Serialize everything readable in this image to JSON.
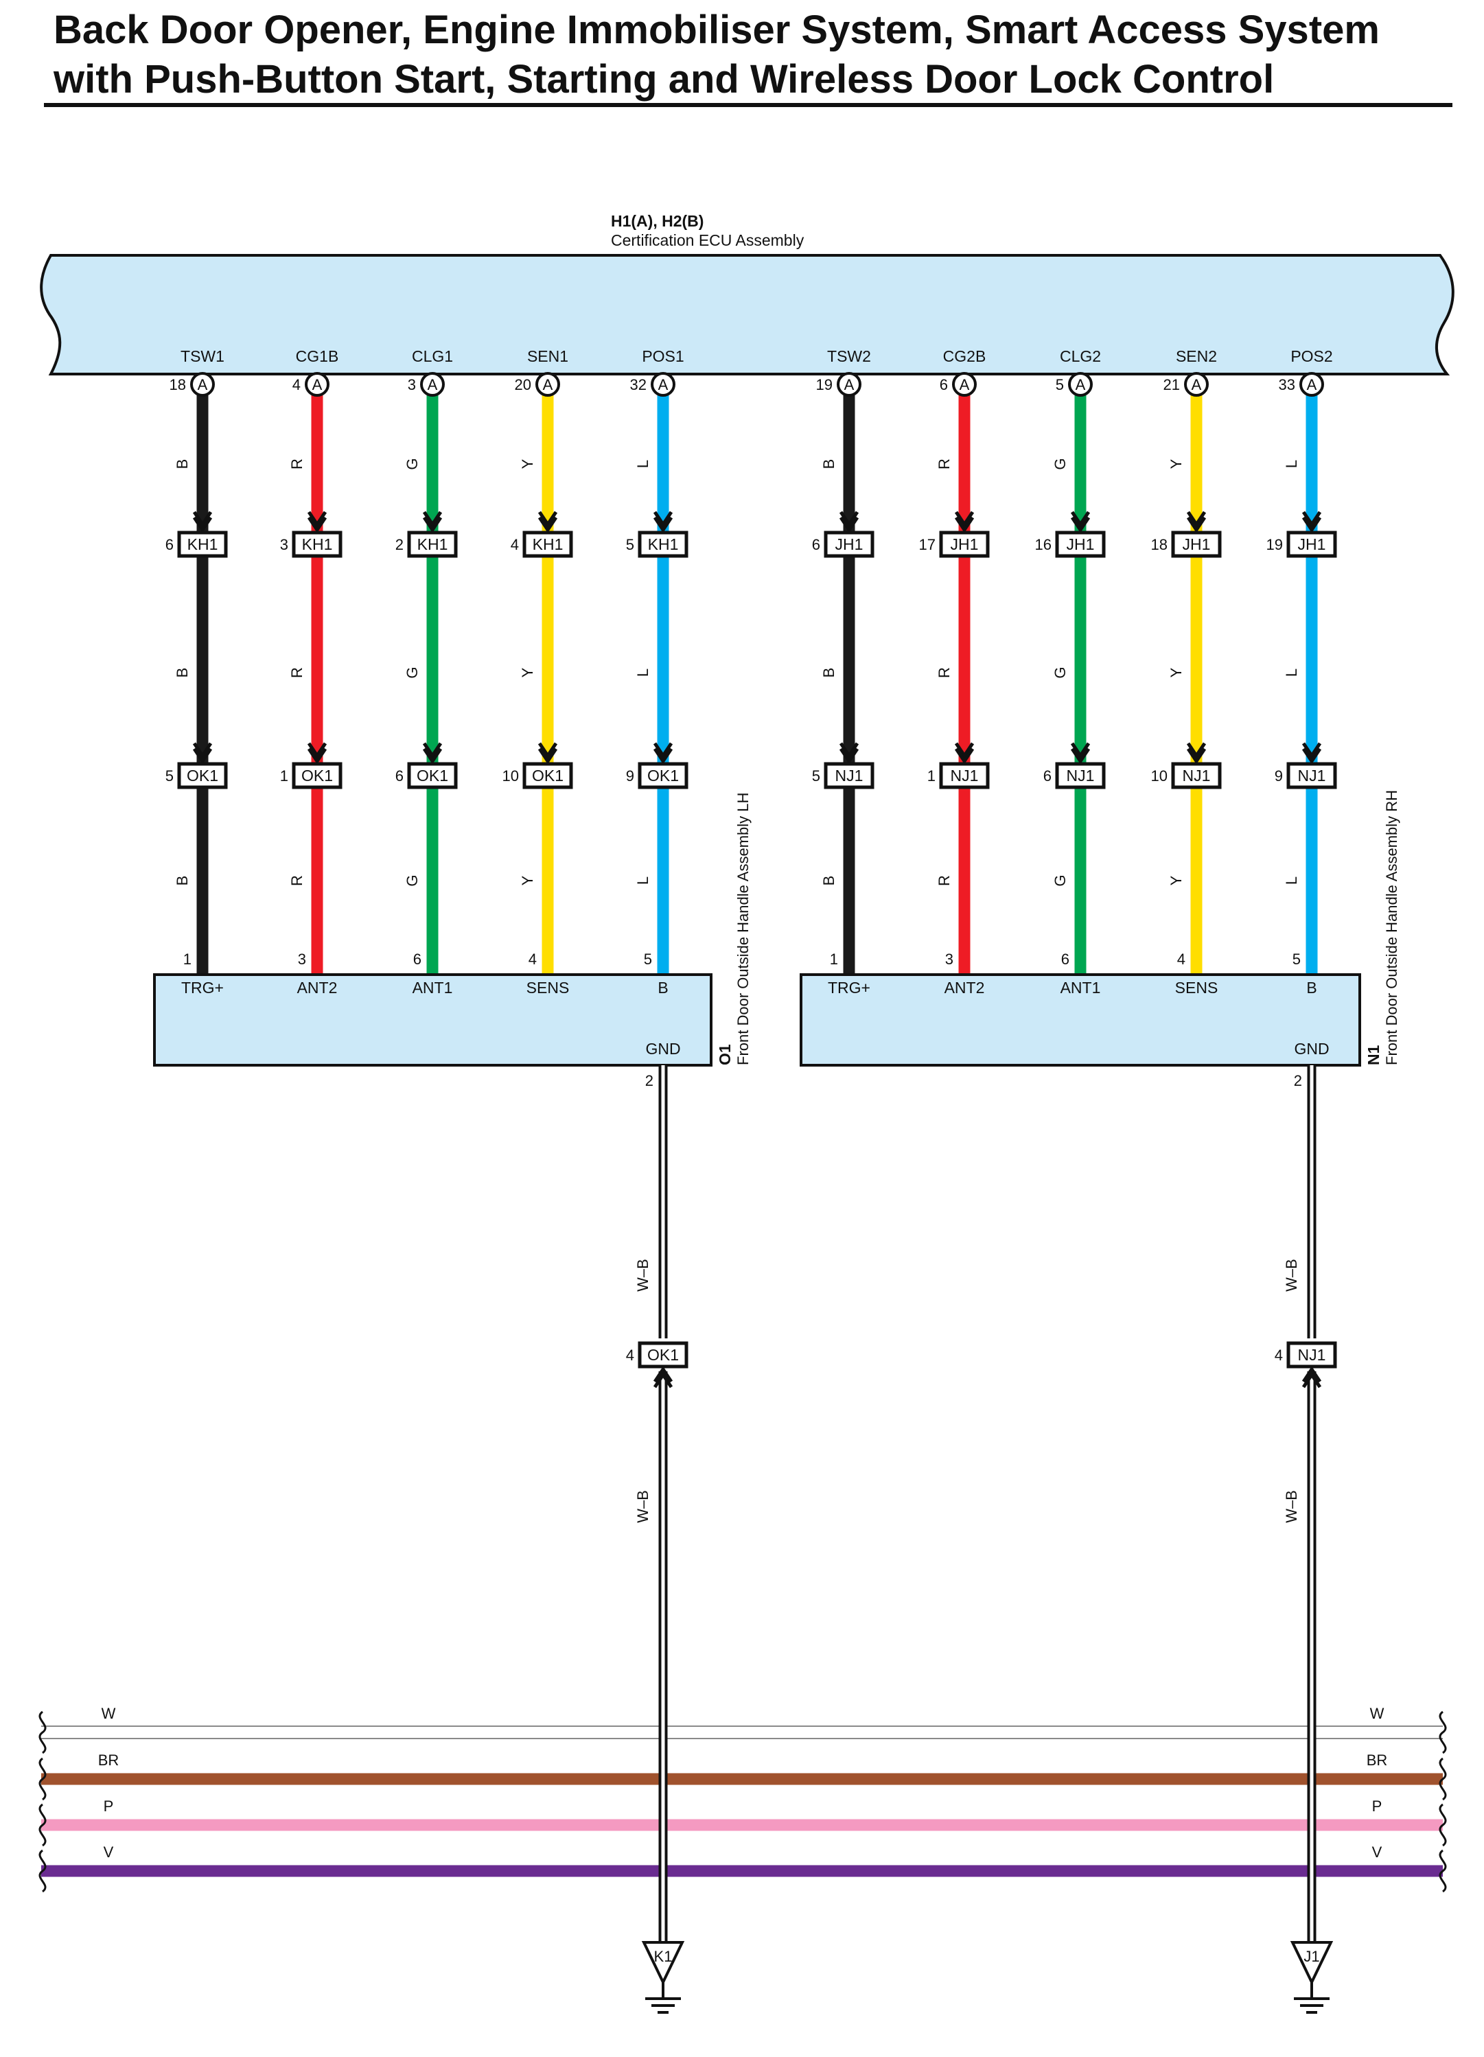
{
  "title": {
    "line1": "Back Door Opener, Engine Immobiliser System, Smart Access System",
    "line2": "with Push-Button Start, Starting and Wireless Door Lock Control"
  },
  "ecu": {
    "code": "H1(A), H2(B)",
    "name": "Certification ECU Assembly",
    "fill": "#cce9f8",
    "connector_letter": "A"
  },
  "wire_colors": {
    "B": "#1a1a1a",
    "R": "#ee1c25",
    "G": "#00a651",
    "Y": "#ffde00",
    "L": "#00aeef",
    "W": "#ffffff",
    "BR": "#a0522d",
    "P": "#f49ac1",
    "V": "#6a2c91",
    "W-B": "#ffffff"
  },
  "groups": [
    {
      "side": "LH",
      "handle_code": "O1",
      "handle_name": "Front Door Outside Handle Assembly LH",
      "handle_gnd_label": "GND",
      "handle_gnd_pin": "2",
      "ground_wire": "W–B",
      "ground_connector": {
        "pin": "4",
        "name": "OK1"
      },
      "ground_point": "K1",
      "circuits": [
        {
          "ecu_label": "TSW1",
          "ecu_pin": "18",
          "color": "B",
          "c1": {
            "pin": "6",
            "name": "KH1"
          },
          "c2": {
            "pin": "5",
            "name": "OK1"
          },
          "handle_pin": "1",
          "handle_label": "TRG+"
        },
        {
          "ecu_label": "CG1B",
          "ecu_pin": "4",
          "color": "R",
          "c1": {
            "pin": "3",
            "name": "KH1"
          },
          "c2": {
            "pin": "1",
            "name": "OK1"
          },
          "handle_pin": "3",
          "handle_label": "ANT2"
        },
        {
          "ecu_label": "CLG1",
          "ecu_pin": "3",
          "color": "G",
          "c1": {
            "pin": "2",
            "name": "KH1"
          },
          "c2": {
            "pin": "6",
            "name": "OK1"
          },
          "handle_pin": "6",
          "handle_label": "ANT1"
        },
        {
          "ecu_label": "SEN1",
          "ecu_pin": "20",
          "color": "Y",
          "c1": {
            "pin": "4",
            "name": "KH1"
          },
          "c2": {
            "pin": "10",
            "name": "OK1"
          },
          "handle_pin": "4",
          "handle_label": "SENS"
        },
        {
          "ecu_label": "POS1",
          "ecu_pin": "32",
          "color": "L",
          "c1": {
            "pin": "5",
            "name": "KH1"
          },
          "c2": {
            "pin": "9",
            "name": "OK1"
          },
          "handle_pin": "5",
          "handle_label": "B"
        }
      ]
    },
    {
      "side": "RH",
      "handle_code": "N1",
      "handle_name": "Front Door Outside Handle Assembly RH",
      "handle_gnd_label": "GND",
      "handle_gnd_pin": "2",
      "ground_wire": "W–B",
      "ground_connector": {
        "pin": "4",
        "name": "NJ1"
      },
      "ground_point": "J1",
      "circuits": [
        {
          "ecu_label": "TSW2",
          "ecu_pin": "19",
          "color": "B",
          "c1": {
            "pin": "6",
            "name": "JH1"
          },
          "c2": {
            "pin": "5",
            "name": "NJ1"
          },
          "handle_pin": "1",
          "handle_label": "TRG+"
        },
        {
          "ecu_label": "CG2B",
          "ecu_pin": "6",
          "color": "R",
          "c1": {
            "pin": "17",
            "name": "JH1"
          },
          "c2": {
            "pin": "1",
            "name": "NJ1"
          },
          "handle_pin": "3",
          "handle_label": "ANT2"
        },
        {
          "ecu_label": "CLG2",
          "ecu_pin": "5",
          "color": "G",
          "c1": {
            "pin": "16",
            "name": "JH1"
          },
          "c2": {
            "pin": "6",
            "name": "NJ1"
          },
          "handle_pin": "6",
          "handle_label": "ANT1"
        },
        {
          "ecu_label": "SEN2",
          "ecu_pin": "21",
          "color": "Y",
          "c1": {
            "pin": "18",
            "name": "JH1"
          },
          "c2": {
            "pin": "10",
            "name": "NJ1"
          },
          "handle_pin": "4",
          "handle_label": "SENS"
        },
        {
          "ecu_label": "POS2",
          "ecu_pin": "33",
          "color": "L",
          "c1": {
            "pin": "19",
            "name": "JH1"
          },
          "c2": {
            "pin": "9",
            "name": "NJ1"
          },
          "handle_pin": "5",
          "handle_label": "B"
        }
      ]
    }
  ],
  "bus_lines": [
    {
      "color": "W",
      "label": "W"
    },
    {
      "color": "BR",
      "label": "BR"
    },
    {
      "color": "P",
      "label": "P"
    },
    {
      "color": "V",
      "label": "V"
    }
  ]
}
